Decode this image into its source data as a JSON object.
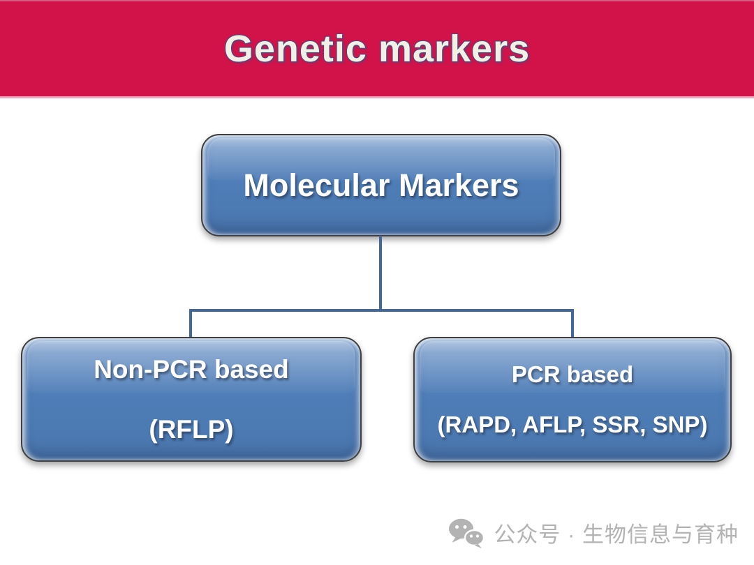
{
  "slide": {
    "title": "Genetic markers"
  },
  "colors": {
    "header_bg": "#D1134A",
    "title_fill": "#F2EFE4",
    "title_outline": "#3E4E82",
    "node_fill": "#4E7DB7",
    "node_border": "#3F3F3F",
    "node_text": "#FFFFFF",
    "connector": "#41679B",
    "watermark_gray": "#B3B3B3"
  },
  "diagram": {
    "root": {
      "label": "Molecular Markers"
    },
    "children": [
      {
        "title": "Non-PCR based",
        "subtitle": "(RFLP)"
      },
      {
        "title": "PCR based",
        "subtitle": "(RAPD, AFLP, SSR, SNP)"
      }
    ]
  },
  "watermark": {
    "icon": "wechat-icon",
    "label": "公众号 · 生物信息与育种"
  }
}
